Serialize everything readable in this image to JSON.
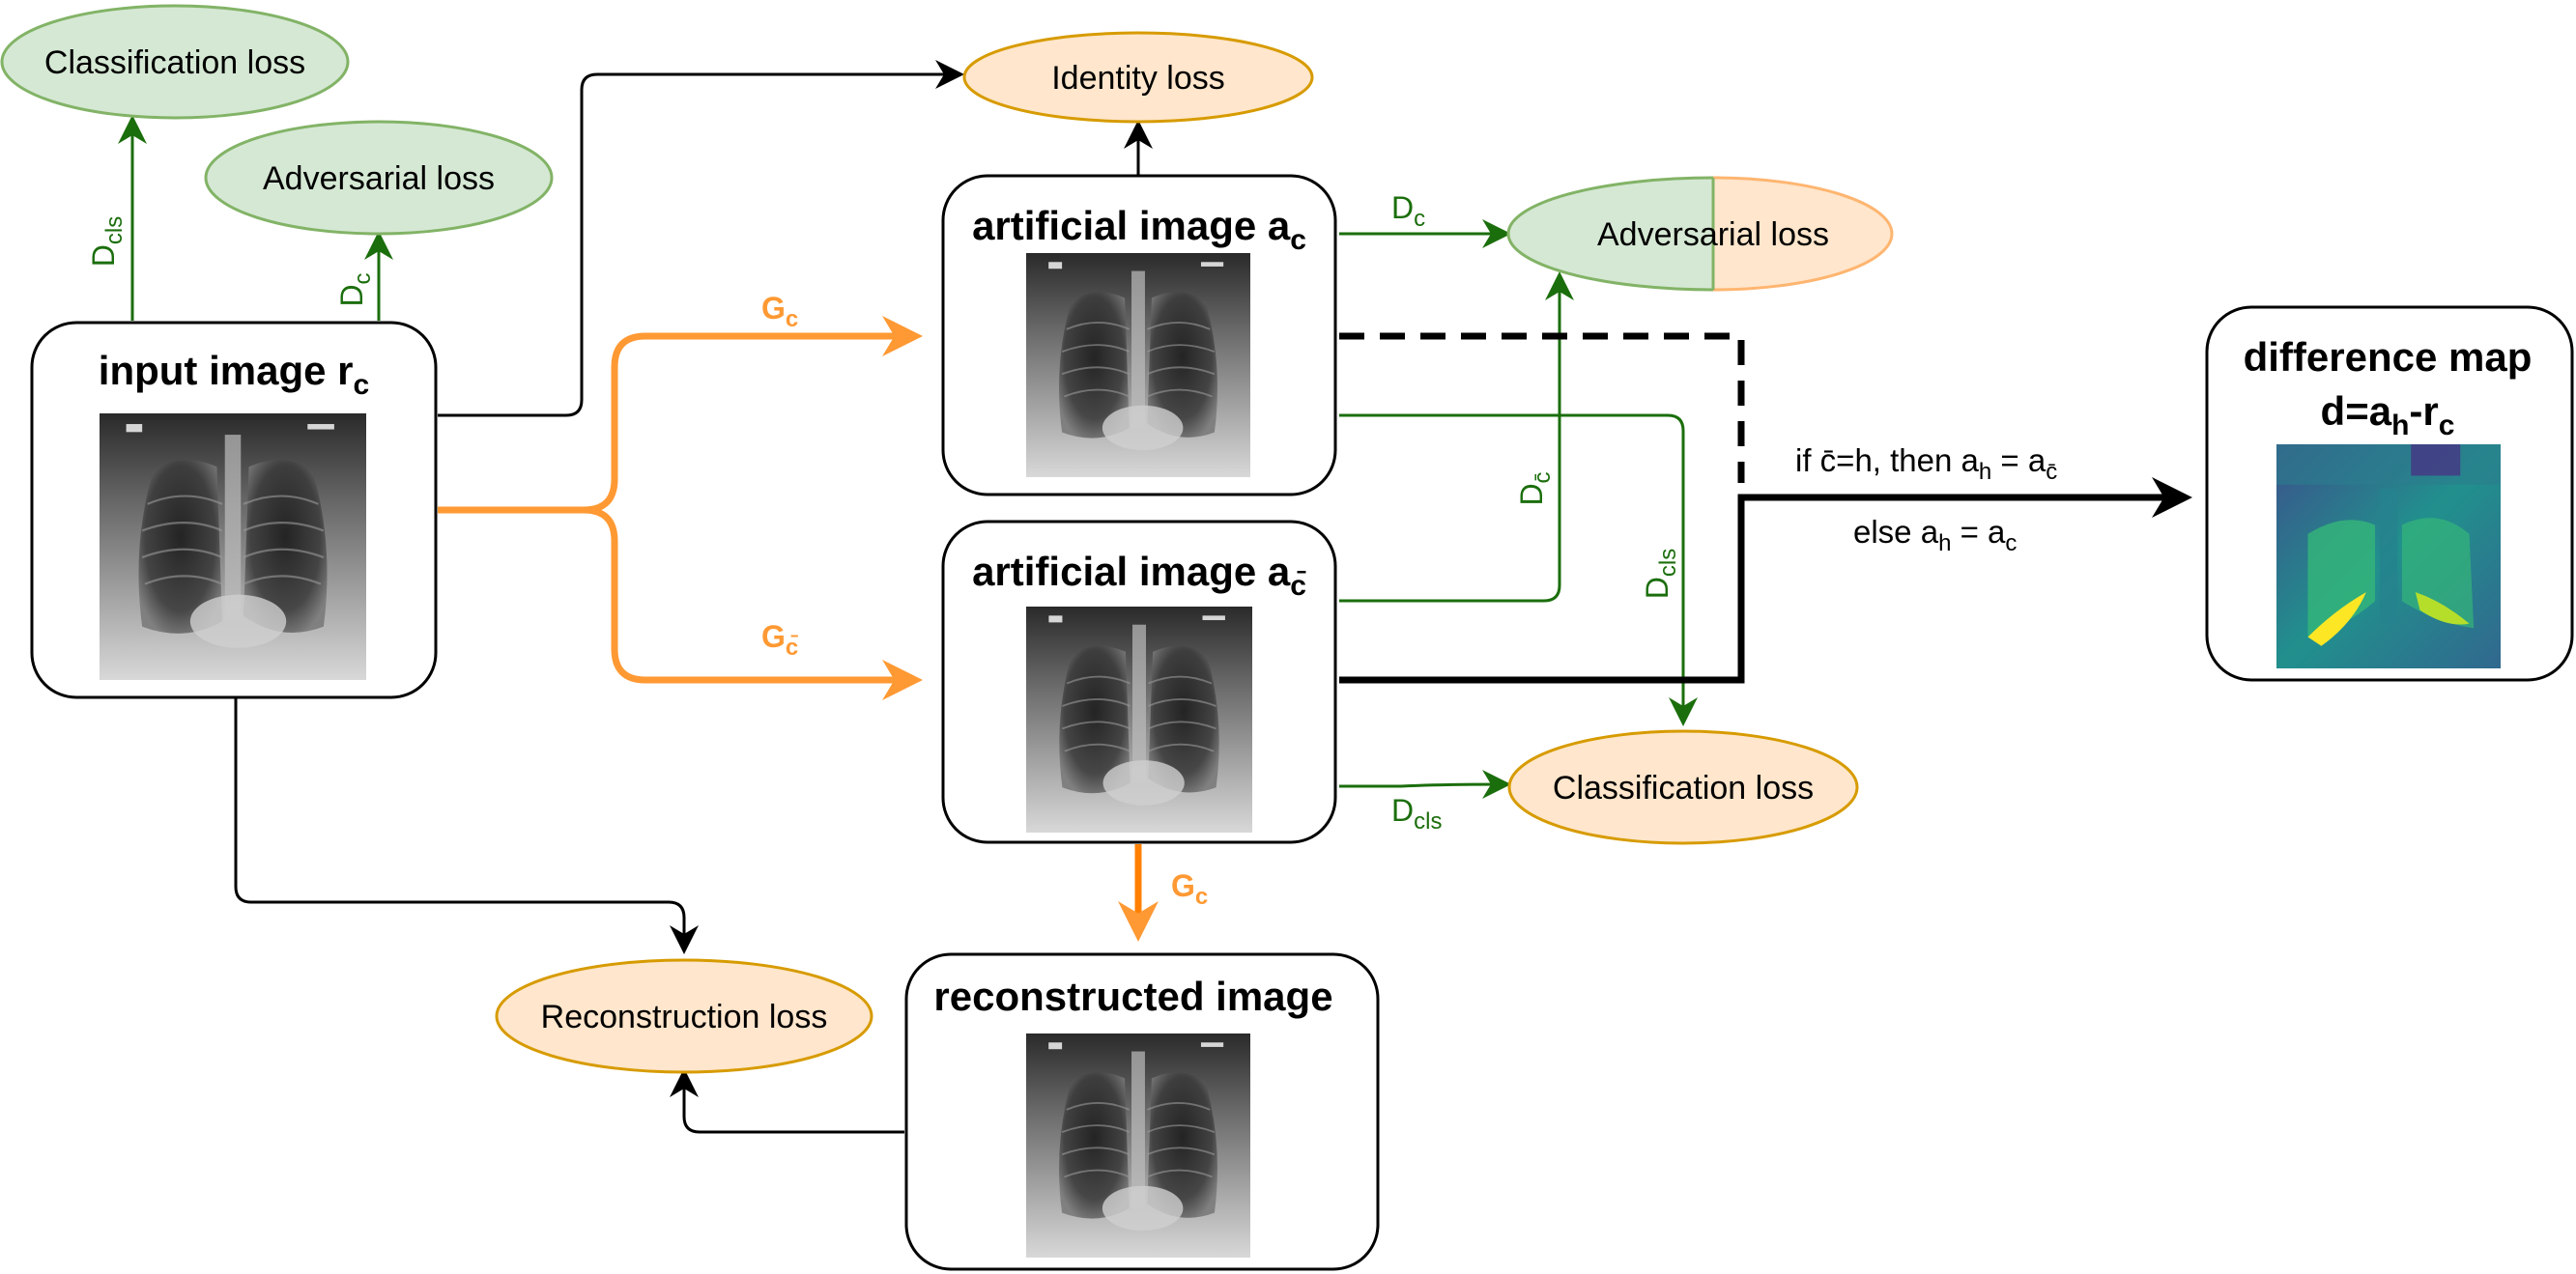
{
  "colors": {
    "green_fill": "#d5e8d4",
    "green_stroke": "#82b366",
    "orange_fill": "#ffe6cc",
    "orange_stroke": "#d79b00",
    "generator_arrow": "#ff9933",
    "discriminator_arrow": "#1b6e0c",
    "black_arrow": "#000000"
  },
  "losses": {
    "classification_top": "Classification loss",
    "adversarial_left": "Adversarial loss",
    "identity": "Identity loss",
    "adversarial_right": "Adversarial loss",
    "classification_bottom": "Classification loss",
    "reconstruction": "Reconstruction loss"
  },
  "boxes": {
    "input": {
      "title": "input image r",
      "sub": "c"
    },
    "artificial_c": {
      "title": "artificial image a",
      "sub": "c"
    },
    "artificial_cbar": {
      "title": "artificial image a",
      "sub": "c̄"
    },
    "reconstructed": {
      "title": "reconstructed image"
    },
    "difference": {
      "title_line1": "difference map",
      "title_line2_main": "d=a",
      "title_line2_sub1": "h",
      "title_line2_dash": "-r",
      "title_line2_sub2": "c"
    }
  },
  "arrows": {
    "d_cls": {
      "main": "D",
      "sub": "cls"
    },
    "d_c": {
      "main": "D",
      "sub": "c"
    },
    "d_cbar": {
      "main": "D",
      "sub": "c̄"
    },
    "g_c": {
      "main": "G",
      "sub": "c"
    },
    "g_cbar": {
      "main": "G",
      "sub": "c̄"
    }
  },
  "condition": {
    "if_text": "if c̄=h, then a",
    "if_sub": "h",
    "if_eq": " = a",
    "if_eq_sub": "c̄",
    "else_text": "else a",
    "else_sub": "h",
    "else_eq": " = a",
    "else_eq_sub": "c"
  },
  "images": [
    "chest-xray-image",
    "heatmap-image"
  ]
}
